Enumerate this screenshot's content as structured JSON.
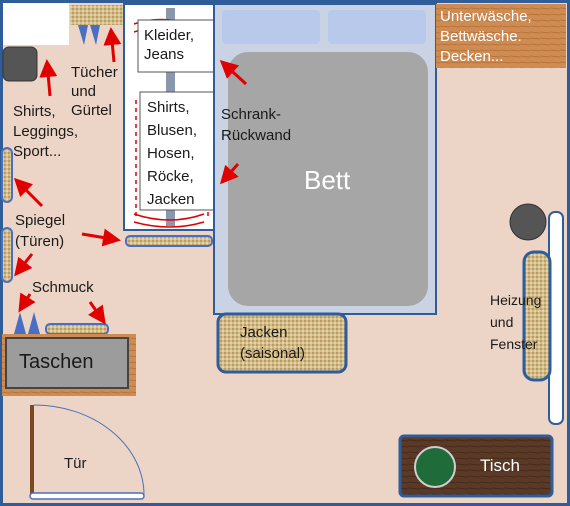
{
  "labels": {
    "kleider": "Kleider,\nJeans",
    "shirts_blusen": "Shirts,\nBlusen,\nHosen,\nRöcke,\nJacken",
    "tuecher": "Tücher\nund\nGürtel",
    "shirts_leggings": "Shirts,\nLeggings,\nSport...",
    "schrank": "Schrank-\nRückwand",
    "bett": "Bett",
    "unterwaesche": "Unterwäsche,\nBettwäsche.\nDecken...",
    "spiegel": "Spiegel\n(Türen)",
    "schmuck": "Schmuck",
    "taschen": "Taschen",
    "jacken": "Jacken\n(saisonal)",
    "heizung": "Heizung\nund\nFenster",
    "tuer": "Tür",
    "tisch": "Tisch"
  },
  "colors": {
    "floor": "#ecd5c6",
    "wall": "#2e5d9a",
    "bed_frame": "#c9d3e4",
    "bed_mattress": "#a6a6a6",
    "pillow": "#b8c9ec",
    "arrow": "#e00000",
    "wood": "#cf8c52",
    "table_wood": "#5a3a26",
    "lamp_green": "#1f6b3a",
    "bag_box": "#9c9c9c",
    "burlap": "#d8c08c"
  }
}
